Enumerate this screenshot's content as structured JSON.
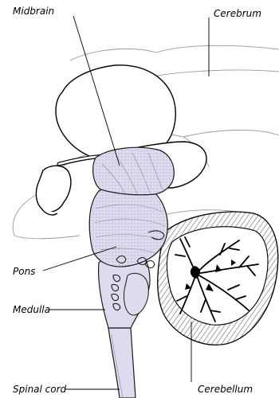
{
  "diagram": {
    "labels": {
      "midbrain": "Midbrain",
      "cerebrum": "Cerebrum",
      "pons": "Pons",
      "medulla": "Medulla",
      "spinal_cord": "Spinal cord",
      "cerebellum": "Cerebellum"
    },
    "colors": {
      "brainstem_fill": "#dddcee",
      "brainstem_stroke": "#1a1a1a",
      "cerebellum_stripes": "#8a8a8a",
      "outline": "#000000",
      "cerebrum_outline": "#9a9a9a"
    }
  }
}
